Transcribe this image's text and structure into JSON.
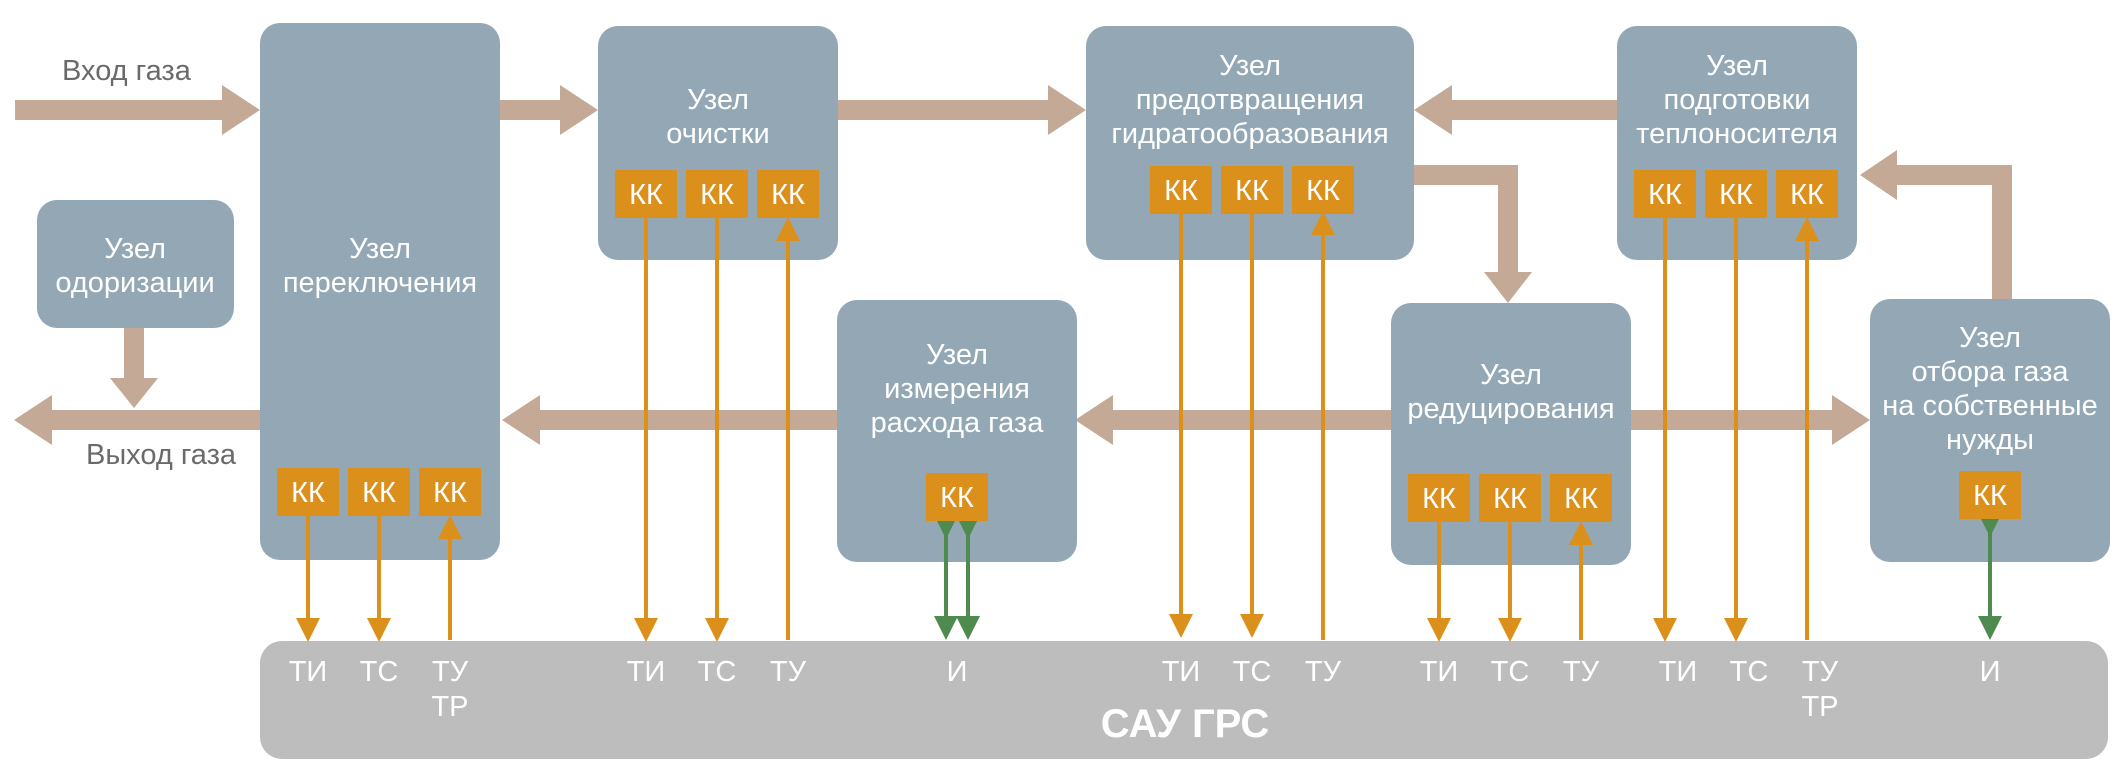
{
  "labels": {
    "gas_in": "Вход газа",
    "gas_out": "Выход газа",
    "system": "САУ ГРС"
  },
  "blocks": [
    {
      "id": "odorization",
      "lines": [
        "Узел",
        "одоризации"
      ],
      "kk": []
    },
    {
      "id": "switching",
      "lines": [
        "Узел",
        "переключения"
      ],
      "kk": [
        "КК",
        "КК",
        "КК"
      ]
    },
    {
      "id": "cleaning",
      "lines": [
        "Узел",
        "очистки"
      ],
      "kk": [
        "КК",
        "КК",
        "КК"
      ]
    },
    {
      "id": "metering",
      "lines": [
        "Узел",
        "измерения",
        "расхода газа"
      ],
      "kk": [
        "КК"
      ]
    },
    {
      "id": "hydrate",
      "lines": [
        "Узел",
        "предотвращения",
        "гидратообразования"
      ],
      "kk": [
        "КК",
        "КК",
        "КК"
      ]
    },
    {
      "id": "reduction",
      "lines": [
        "Узел",
        "редуцирования"
      ],
      "kk": [
        "КК",
        "КК",
        "КК"
      ]
    },
    {
      "id": "heating",
      "lines": [
        "Узел",
        "подготовки",
        "теплоносителя"
      ],
      "kk": [
        "КК",
        "КК",
        "КК"
      ]
    },
    {
      "id": "own_needs",
      "lines": [
        "Узел",
        "отбора газа",
        "на собственные",
        "нужды"
      ],
      "kk": [
        "КК"
      ]
    }
  ],
  "signals": [
    {
      "block": "switching",
      "labels": [
        [
          "ТИ"
        ],
        [
          "ТС"
        ],
        [
          "ТУ",
          "ТР"
        ]
      ]
    },
    {
      "block": "cleaning",
      "labels": [
        [
          "ТИ"
        ],
        [
          "ТС"
        ],
        [
          "ТУ"
        ]
      ]
    },
    {
      "block": "metering",
      "labels": [
        [
          "И"
        ]
      ]
    },
    {
      "block": "hydrate",
      "labels": [
        [
          "ТИ"
        ],
        [
          "ТС"
        ],
        [
          "ТУ"
        ]
      ]
    },
    {
      "block": "reduction",
      "labels": [
        [
          "ТИ"
        ],
        [
          "ТС"
        ],
        [
          "ТУ"
        ]
      ]
    },
    {
      "block": "heating",
      "labels": [
        [
          "ТИ"
        ],
        [
          "ТС"
        ],
        [
          "ТУ",
          "ТР"
        ]
      ]
    },
    {
      "block": "own_needs",
      "labels": [
        [
          "И"
        ]
      ]
    }
  ],
  "colors": {
    "block": "#93a7b5",
    "kk": "#dc901c",
    "flow_arrow": "#c4a996",
    "signal_orange": "#dc901c",
    "signal_green": "#4f8a4f",
    "bus": "#bdbdbd"
  }
}
